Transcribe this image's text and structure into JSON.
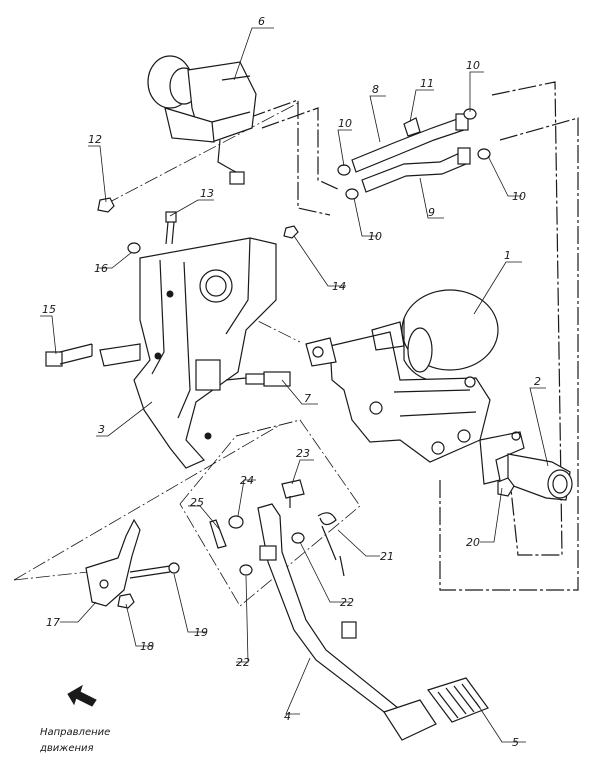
{
  "caption": {
    "line1": "Направление",
    "line2": "движения"
  },
  "callouts": [
    "1",
    "2",
    "3",
    "4",
    "5",
    "6",
    "7",
    "8",
    "9",
    "10",
    "10",
    "10",
    "10",
    "11",
    "12",
    "13",
    "14",
    "15",
    "16",
    "17",
    "18",
    "19",
    "20",
    "21",
    "22",
    "22",
    "23",
    "24",
    "25"
  ],
  "direction_arrow": "arrow-left-up-icon"
}
